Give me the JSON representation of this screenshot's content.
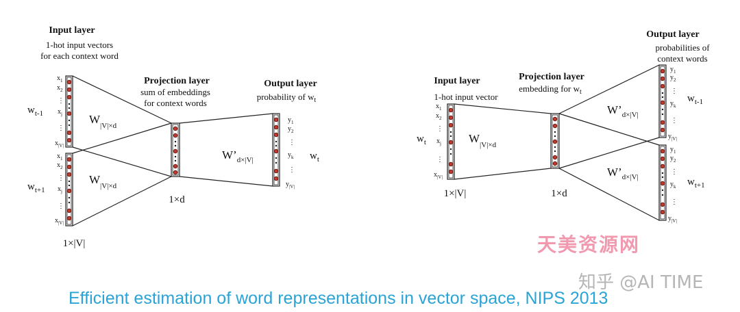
{
  "cbow": {
    "input_title": "Input layer",
    "input_sub1": "1-hot input vectors",
    "input_sub2": "for each context word",
    "proj_title": "Projection layer",
    "proj_sub1": "sum of embeddings",
    "proj_sub2": "for context words",
    "out_title": "Output layer",
    "out_sub": "probability of w",
    "out_sub_sub": "t",
    "x_labels": [
      "x1",
      "x2",
      "⋮",
      "xj",
      "⋮",
      "x|V|"
    ],
    "y_labels": [
      "y1",
      "y2",
      "⋮",
      "yk",
      "⋮",
      "y|V|"
    ],
    "w_prev": "w",
    "w_prev_sub": "t-1",
    "w_next": "w",
    "w_next_sub": "t+1",
    "w_target": "w",
    "w_target_sub": "t",
    "W": "W",
    "W_sub": "|V|×d",
    "Wp": "W’",
    "Wp_sub": "d×|V|",
    "dim_proj": "1×d",
    "dim_input": "1×|V|"
  },
  "skipgram": {
    "input_title": "Input layer",
    "input_sub": "1-hot input vector",
    "proj_title": "Projection layer",
    "proj_sub": "embedding for w",
    "proj_sub_sub": "t",
    "out_title": "Output layer",
    "out_sub1": "probabilities of",
    "out_sub2": "context words",
    "x_labels": [
      "x1",
      "x2",
      "⋮",
      "xj",
      "⋮",
      "x|V|"
    ],
    "y_labels": [
      "y1",
      "y2",
      "⋮",
      "yk",
      "⋮",
      "y|V|"
    ],
    "w_input": "w",
    "w_input_sub": "t",
    "w_prev": "w",
    "w_prev_sub": "t-1",
    "w_next": "w",
    "w_next_sub": "t+1",
    "W": "W",
    "W_sub": "|V|×d",
    "Wp": "W’",
    "Wp_sub": "d×|V|",
    "dim_input": "1×|V|",
    "dim_proj": "1×d"
  },
  "caption": "Efficient estimation of word representations in vector space, NIPS 2013",
  "watermark_red": "天美资源网",
  "watermark_gray": "知乎 @AI TIME"
}
